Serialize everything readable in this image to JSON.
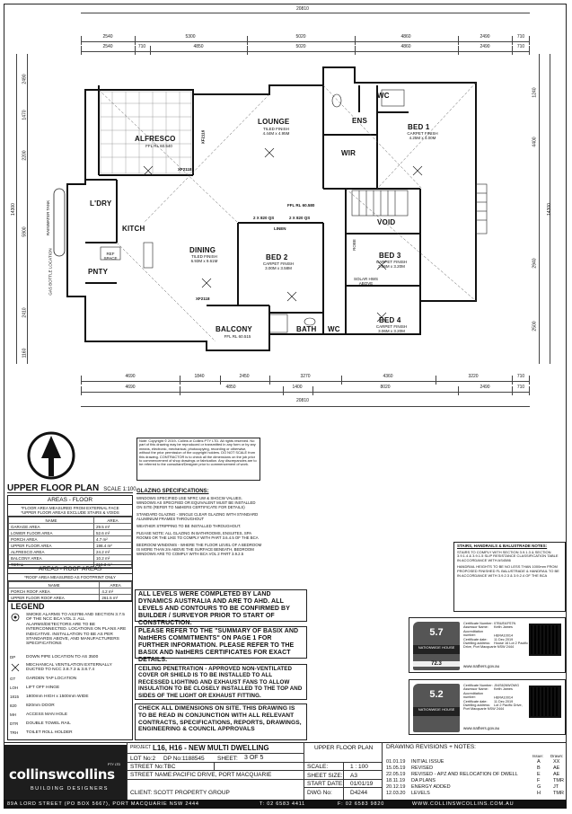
{
  "dims": {
    "top_total": "20810",
    "top_row1": [
      "2540",
      "5300",
      "5020",
      "4860",
      "2490",
      "710"
    ],
    "top_row2": [
      "2540",
      "710",
      "4850",
      "5020",
      "4860",
      "2490",
      "710"
    ],
    "bottom_row1": [
      "4690",
      "1840",
      "2450",
      "3270",
      "4360",
      "3220",
      "710"
    ],
    "bottom_row2": [
      "4690",
      "4850",
      "1400",
      "8020",
      "2490",
      "710"
    ],
    "bottom_total": "20810",
    "left_total": "14300",
    "left_parts": [
      "2490",
      "1470",
      "2200",
      "5900",
      "2410",
      "1160"
    ],
    "right_total": "14300",
    "right_parts": [
      "1240",
      "4400",
      "2940",
      "2500"
    ]
  },
  "rooms": {
    "alfresco": {
      "name": "ALFRESCO",
      "sub": "FFL RL 60.540"
    },
    "lounge": {
      "name": "LOUNGE",
      "sub": "TILED FINISH\n4.44M x 4.95M"
    },
    "ens": {
      "name": "ENS"
    },
    "wc_top": {
      "name": "WC"
    },
    "bed1": {
      "name": "BED 1",
      "sub": "CARPET FINISH\n4.25M x 4.00M"
    },
    "wir": {
      "name": "WIR"
    },
    "ldry": {
      "name": "L'DRY"
    },
    "kitch": {
      "name": "KITCH"
    },
    "ref_space": {
      "name": "REF\nSPACE"
    },
    "pnty": {
      "name": "PNTY"
    },
    "dining": {
      "name": "DINING",
      "sub": "TILED FINISH\n6.93M x 9.61M"
    },
    "bed2": {
      "name": "BED 2",
      "sub": "CARPET FINISH\n3.00M x 3.58M"
    },
    "void": {
      "name": "VOID"
    },
    "bed3": {
      "name": "BED 3",
      "sub": "CARPET FINISH\n3.06M x 3.20M"
    },
    "bed4": {
      "name": "BED 4",
      "sub": "CARPET FINISH\n3.06M x 3.20M"
    },
    "bath": {
      "name": "BATH"
    },
    "wc_bottom": {
      "name": "WC"
    },
    "balcony": {
      "name": "BALCONY",
      "sub": "FFL RL 60.515"
    },
    "linen": {
      "name": "LINEN"
    }
  },
  "tags": {
    "xf2118": "XF2118",
    "xf2118_b": "XF2118",
    "xf2116": "XF2116",
    "ffl_mid": "FFL RL 60.580",
    "win1": "2 X 820 QS",
    "win2": "2 X 820 QS",
    "solar": "SOLAR HWS\nABOVE",
    "rainwater": "RAINWATER TANK",
    "gas": "GAS BOTTLE LOCATION",
    "robe": "ROBE"
  },
  "plan_title": "UPPER FLOOR PLAN",
  "plan_scale": "SCALE 1:100",
  "areas_floor": {
    "title": "AREAS - FLOOR",
    "note1": "*FLOOR AREA MEASURED FROM EXTERNAL FACE",
    "note2": "*UPPER FLOOR AREAS EXCLUDE STAIRS & VOIDS",
    "headers": [
      "NAME",
      "AREA"
    ],
    "rows": [
      [
        "GARAGE AREA",
        "29.5 m²"
      ],
      [
        "LOWER FLOOR AREA",
        "52.6 m²"
      ],
      [
        "PORCH AREA",
        "4.7 m²"
      ],
      [
        "UPPER FLOOR AREA",
        "198.4 m²"
      ],
      [
        "ALFRESCO AREA",
        "24.2 m²"
      ],
      [
        "BALCONY AREA",
        "10.2 m²"
      ],
      [
        "TOTAL",
        "319.3 m²"
      ]
    ]
  },
  "areas_roof": {
    "title": "AREAS - ROOF AREAS",
    "note": "*ROOF AREA MEASURED AS FOOTPRINT ONLY",
    "headers": [
      "NAME",
      "AREA"
    ],
    "rows": [
      [
        "PORCH ROOF AREA",
        "4.2 m²"
      ],
      [
        "UPPER FLOOR ROOF AREA",
        "261.5 m²"
      ]
    ]
  },
  "legend": {
    "title": "LEGEND",
    "items": [
      {
        "sym": "",
        "text": "SMOKE ALARMS TO AS3786 AND SECTION 3.7.5 OF THE NCC BCA VOL 2. ALL ALARMS/DETECTORS ARE TO BE INTERCONNECTED. LOCATIONS ON PLANS ARE INDICATIVE. INSTALLATION TO BE AS PER STANDARDS ABOVE, AND MANUFACTURERS SPECIFICATIONS"
      },
      {
        "sym": "DP",
        "text": "DOWN PIPE LOCATION TO AS 3500"
      },
      {
        "sym": "",
        "text": "MECHANICAL VENTILATION EXTERNALLY DUCTED TO NCC 3.8.7.3 & 3.8.7.4"
      },
      {
        "sym": "GT",
        "text": "GARDEN TAP LOCATION"
      },
      {
        "sym": "LOH",
        "text": "LIFT OFF HINGE"
      },
      {
        "sym": "1815",
        "text": "1800mm HIGH x 1500mm WIDE"
      },
      {
        "sym": "820",
        "text": "820mm DOOR"
      },
      {
        "sym": "MH",
        "text": "ACCESS MAN HOLE"
      },
      {
        "sym": "DTR",
        "text": "DOUBLE TOWEL RAIL"
      },
      {
        "sym": "TRH",
        "text": "TOILET ROLL HOLDER"
      }
    ]
  },
  "copyright": "Note: Copyright © 2019- Collins w Collins PTY LTD. All rights reserved. No part of this drawing may be reproduced or transmitted in any form or by any means, electronic, mechanical, photocopying, recording or otherwise, without the prior permission of the copyright holders. DO NOT SCALE from this drawing. CONTRACTOR is to check all the dimensions on the job prior to commencement of shop drawings or fabrication. Any discrepancies are to be referred to the consultant/Designer prior to commencement of work.",
  "glazing": {
    "title": "GLAZING SPECIFICATIONS:",
    "paras": [
      "WINDOWS SPECIFIED USE NFRC UW & SHGCW VALUES. WINDOWS AS SPECIFIED OR EQUIVALENT MUST BE INSTALLED ON SITE (REFER TO NatHERS CERTIFICATE FOR DETAILS)",
      "STANDARD GLAZING - SINGLE CLEAR GLAZING WITH STANDARD ALUMINIUM FRAMES THROUGHOUT",
      "WEATHER STRIPPING TO BE INSTALLED THROUGHOUT.",
      "PLEASE NOTE: ALL GLAZING IN BATHROOMS, ENSUITES, SPA ROOMS OR THE LIKE TO COMPLY WITH PART 3.6.4.5 OF THE BCA",
      "BEDROOM WINDOWS - WHERE THE FLOOR LEVEL OF A BEDROOM IS MORE THAN 2m ABOVE THE SURFACE BENEATH, BEDROOM WINDOWS ARE TO COMPLY WITH BCA VOL 2 PART 3.9.2.5"
    ]
  },
  "notices": [
    "ALL LEVELS WERE COMPLETED BY LAND DYNAMICS AUSTRALIA AND ARE TO AHD. ALL LEVELS AND CONTOURS TO BE CONFIRMED BY BUILDER / SURVEYOR PRIOR TO START OF CONSTRUCTION.",
    "PLEASE REFER TO THE \"SUMMARY OF BASIX AND NatHERS COMMITMENTS\" ON PAGE 1 FOR FURTHER INFORMATION. PLEASE REFER TO THE BASIX AND NatHERS CERTIFICATES FOR EXACT DETAILS.",
    "CEILING PENETRATION - APPROVED NON-VENTILATED COVER OR SHIELD IS TO BE INSTALLED TO ALL RECESSED LIGHTING AND EXHAUST FANS TO ALLOW INSULATION TO BE CLOSELY INSTALLED TO THE TOP AND SIDES OF THE LIGHT OR EXHAUST FITTING.",
    "CHECK ALL DIMENSIONS ON SITE. THIS DRAWING IS TO BE READ IN CONJUNCTION WITH ALL RELEVANT CONTRACTS, SPECIFICATIONS, REPORTS, DRAWINGS, ENGINEERING & COUNCIL APPROVALS"
  ],
  "stairs": {
    "title": "STAIRS, HANDRAILS & BALUSTRADE NOTES:",
    "paras": [
      "STAIRS TO COMPLY WITH SECTION 3.9.1.3 & SECTION 3.9.1.4 & 3.9.1.5 SLIP RESISTANCE CLASSIFICATION TABLE IN ACCORDANCE WITH AS4586",
      "HANDRAIL HEIGHTS TO BE NO LESS THAN 1000mm FROM PROPOSED FINISHED FL BALUSTRADE & HANDRAIL TO BE IN ACCORDANCE WITH 3.9.2.3 & 3.9.2.4 OF THE BCA"
    ]
  },
  "certs": [
    {
      "stars": "5.7",
      "band": "NATIONWIDE HOUSE",
      "kwh": "72.3",
      "lines": [
        [
          "Certificate Number:",
          "07BUEAFS7N"
        ],
        [
          "Assessor Name:",
          "Keith James"
        ],
        [
          "Accreditation number:",
          "HERA10014"
        ],
        [
          "Certificate date:",
          "11 Dec 2019"
        ],
        [
          "Dwelling address:",
          "House 16 Lot 2 Pacific Drive, Port Macquarie NSW 2444"
        ]
      ],
      "url": "www.nathers.gov.au"
    },
    {
      "stars": "5.2",
      "band": "NATIONWIDE HOUSE",
      "kwh": "",
      "lines": [
        [
          "Certificate Number:",
          "J04S626WOWG"
        ],
        [
          "Assessor Name:",
          "Keith James"
        ],
        [
          "Accreditation number:",
          "HERA10014"
        ],
        [
          "Certificate date:",
          "11 Dec 2019"
        ],
        [
          "Dwelling address:",
          "Lot 2 Pacific Drive, Port Macquarie NSW 2444"
        ]
      ],
      "url": "www.nathers.gov.au"
    }
  ],
  "title_block": {
    "brand": "collinswcollins",
    "pty": "PTY LTD",
    "tagline": "BUILDING DESIGNERS",
    "project_label": "PROJECT",
    "project": "L16, H16 - NEW MULTI DWELLING",
    "lot": "LOT No:2",
    "dp": "DP No:1188545",
    "street_no": "STREET No:TBC",
    "street_name": "STREET NAME:PACIFIC DRIVE, PORT MACQUARIE",
    "client": "CLIENT: SCOTT PROPERTY GROUP",
    "sheet": "SHEET:",
    "sheet_val": "3 OF 5",
    "drawing_name": "UPPER FLOOR PLAN",
    "scale": "SCALE:",
    "scale_val": "1 : 100",
    "sheet_size": "SHEET SIZE:",
    "sheet_size_val": "A3",
    "start_date": "START DATE:",
    "start_date_val": "01/01/19",
    "dwg_no": "DWG No:",
    "dwg_no_val": "D4244",
    "rev_title": "DRAWING REVISIONS + NOTES:",
    "rev_issue": "Issue:",
    "rev_drawn": "Drawn:",
    "revisions": [
      [
        "01.01.19",
        "INITIAL ISSUE",
        "A",
        "XX"
      ],
      [
        "15.05.19",
        "REVISED",
        "B",
        "AE"
      ],
      [
        "22.05.19",
        "REVISED - APZ AND RELOCATION OF DWELL",
        "E",
        "AE"
      ],
      [
        "18.11.19",
        "DA PLANS",
        "F",
        "TMR"
      ],
      [
        "20.12.19",
        "ENERGY ADDED",
        "G",
        "JT"
      ],
      [
        "12.03.20",
        "LEVELS",
        "H",
        "TMR"
      ]
    ],
    "address": "89A LORD STREET (PO BOX 5667), PORT MACQUARIE NSW 2444",
    "phone": "T: 02 6583 4411",
    "fax": "F: 02 6583 9820",
    "web": "WWW.COLLINSWCOLLINS.COM.AU"
  }
}
